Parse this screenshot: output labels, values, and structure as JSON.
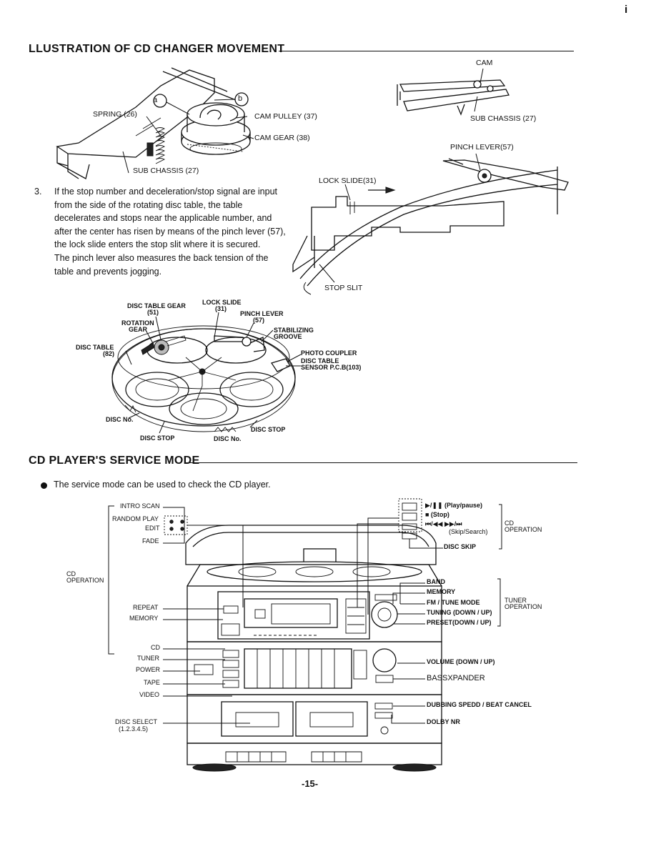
{
  "page": {
    "top_mark": "i",
    "page_number": "-15-"
  },
  "section1": {
    "heading": "LLUSTRATION OF CD CHANGER MOVEMENT"
  },
  "figure_left": {
    "spring": "SPRING (26)",
    "callout_a": "a",
    "callout_b": "b",
    "cam_pulley": "CAM PULLEY (37)",
    "cam_gear": "CAM GEAR (38)",
    "sub_chassis": "SUB CHASSIS (27)"
  },
  "figure_right": {
    "cam": "CAM",
    "sub_chassis": "SUB CHASSIS (27)",
    "pinch_lever": "PINCH LEVER(57)",
    "lock_slide": "LOCK SLIDE(31)",
    "stop_slit": "STOP SLIT"
  },
  "step3": {
    "number": "3.",
    "paragraph1": "If the stop number and deceleration/stop signal are input from the side of the rotating disc table, the table decelerates and stops near the applicable number, and after the center has risen by means of the pinch lever (57), the lock slide enters the stop slit where it is secured.",
    "paragraph2": "The pinch lever also measures the back tension of the table and prevents jogging."
  },
  "figure_disc": {
    "disc_table_gear_1": "DISC TABLE GEAR",
    "disc_table_gear_2": "(51)",
    "lock_slide_1": "LOCK SLIDE",
    "lock_slide_2": "(31)",
    "pinch_lever_1": "PINCH LEVER",
    "pinch_lever_2": "(57)",
    "rotation_gear_1": "ROTATION",
    "rotation_gear_2": "GEAR",
    "stabilizing_1": "STABILIZING",
    "stabilizing_2": "GROOVE",
    "disc_table_1": "DISC TABLE",
    "disc_table_2": "(82)",
    "photo_coupler": "PHOTO COUPLER",
    "sensor_1": "DISC TABLE",
    "sensor_2": "SENSOR P.C.B(103)",
    "disc_no_left": "DISC No.",
    "disc_stop_left": "DISC STOP",
    "disc_no_bottom": "DISC No.",
    "disc_stop_right": "DISC STOP"
  },
  "section2": {
    "heading": "CD PLAYER'S SERVICE MODE",
    "bullet_text": "The service mode can be used to check the CD player."
  },
  "figure_player": {
    "intro_scan": "INTRO SCAN",
    "random_play": "RANDOM PLAY",
    "edit": "EDIT",
    "fade": "FADE",
    "cd_operation_left_1": "CD",
    "cd_operation_left_2": "OPERATION",
    "repeat": "REPEAT",
    "memory_left": "MEMORY",
    "cd": "CD",
    "tuner": "TUNER",
    "power": "POWER",
    "tape": "TAPE",
    "video": "VIDEO",
    "disc_select_1": "DISC SELECT",
    "disc_select_2": "(1.2.3.4.5)",
    "play_pause": "▶/❚❚  (Play/pause)",
    "stop": "■        (Stop)",
    "skip_glyphs": "⏮/◀◀   ▶▶/⏭",
    "skip_search": "(Skip/Search)",
    "cd_operation_right_1": "CD",
    "cd_operation_right_2": "OPERATION",
    "disc_skip": "DISC SKIP",
    "band": "BAND",
    "memory_right": "MEMORY",
    "fm_tune_mode": "FM / TUNE  MODE",
    "tuning": "TUNING (DOWN / UP)",
    "preset": "PRESET(DOWN / UP)",
    "tuner_operation_1": "TUNER",
    "tuner_operation_2": "OPERATION",
    "volume": "VOLUME (DOWN / UP)",
    "bassxpander": "BASSXPANDER",
    "dubbing": "DUBBING  SPEDD / BEAT  CANCEL",
    "dolby": "DOLBY  NR"
  }
}
